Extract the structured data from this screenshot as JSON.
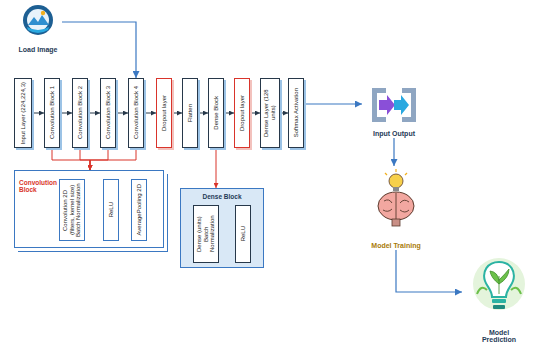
{
  "diagram": {
    "nodes": [
      {
        "text": [
          "Load Image"
        ]
      },
      {
        "text": [
          "Input Layer (224,224,3)"
        ]
      },
      {
        "text": [
          "Convolution Block 1"
        ]
      },
      {
        "text": [
          "Convolution Block 2"
        ]
      },
      {
        "text": [
          "Convolution Block 3"
        ]
      },
      {
        "text": [
          "Convolution Block 4"
        ]
      },
      {
        "text": [
          "Dropout layer"
        ]
      },
      {
        "text": [
          "Flatten"
        ]
      },
      {
        "text": [
          "Dense Block"
        ]
      },
      {
        "text": [
          "Dropout layer"
        ]
      },
      {
        "text": [
          "Dense Layer (128 units)"
        ]
      },
      {
        "text": [
          "Softmax Activation"
        ]
      },
      {
        "text": [
          "Convolution Block"
        ]
      },
      {
        "text": [
          "Convolution 2D (filters, kernel size) Batch Normalization"
        ],
        "in": 12
      },
      {
        "text": [
          "ReLU"
        ],
        "in": 12
      },
      {
        "text": [
          "AveragePooling 2D"
        ],
        "in": 12
      },
      {
        "text": [
          "Dense Block"
        ]
      },
      {
        "text": [
          "Dense (units) Batch Normalization"
        ],
        "in": 16
      },
      {
        "text": [
          "ReLU"
        ],
        "in": 16
      },
      {
        "text": [
          "Input Output"
        ]
      },
      {
        "text": [
          "Model Training"
        ]
      },
      {
        "text": [
          "Model Prediction"
        ]
      }
    ],
    "edges": [
      {
        "from": 0,
        "to": 5,
        "arrow": "to"
      },
      {
        "from": 1,
        "to": 2,
        "arrow": "to"
      },
      {
        "from": 2,
        "to": 3,
        "arrow": "to"
      },
      {
        "from": 3,
        "to": 4,
        "arrow": "to"
      },
      {
        "from": 4,
        "to": 5,
        "arrow": "to"
      },
      {
        "from": 5,
        "to": 6,
        "arrow": "to"
      },
      {
        "from": 6,
        "to": 7,
        "arrow": "to"
      },
      {
        "from": 7,
        "to": 8,
        "arrow": "to"
      },
      {
        "from": 8,
        "to": 9,
        "arrow": "to"
      },
      {
        "from": 9,
        "to": 10,
        "arrow": "to"
      },
      {
        "from": 10,
        "to": 11,
        "arrow": "to"
      },
      {
        "from": 11,
        "to": 19,
        "arrow": "to"
      },
      {
        "from": 19,
        "to": 20,
        "arrow": "to"
      },
      {
        "from": 20,
        "to": 21,
        "arrow": "to"
      },
      {
        "from": 2,
        "to": 12,
        "arrow": "to"
      },
      {
        "from": 3,
        "to": 12,
        "arrow": "to"
      },
      {
        "from": 4,
        "to": 12,
        "arrow": "to"
      },
      {
        "from": 5,
        "to": 12,
        "arrow": "to"
      },
      {
        "from": 8,
        "to": 16,
        "arrow": "to"
      }
    ]
  }
}
